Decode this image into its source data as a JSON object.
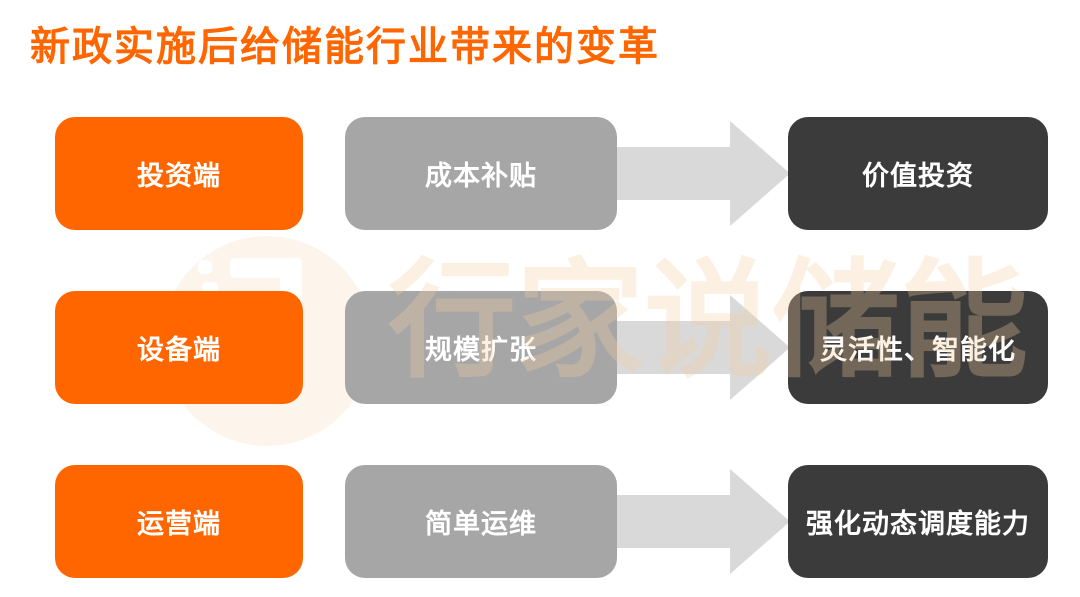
{
  "title": "新政实施后给储能行业带来的变革",
  "watermark": {
    "text": "行家说储能",
    "logo_icon": "hangjiashuo-circle-logo"
  },
  "rows": [
    {
      "segment": "投资端",
      "before": "成本补贴",
      "after": "价值投资"
    },
    {
      "segment": "设备端",
      "before": "规模扩张",
      "after": "灵活性、智能化"
    },
    {
      "segment": "运营端",
      "before": "简单运维",
      "after": "强化动态调度能力"
    }
  ],
  "icons": {
    "arrow": "right-arrow-icon"
  },
  "colors": {
    "accent_orange": "#FF6600",
    "box_gray": "#A6A6A6",
    "box_dark": "#3B3B3B",
    "arrow_gray": "#D9D9D9",
    "watermark_cream": "#FDF5EC",
    "text_white": "#FFFFFF",
    "background": "#FFFFFF"
  }
}
